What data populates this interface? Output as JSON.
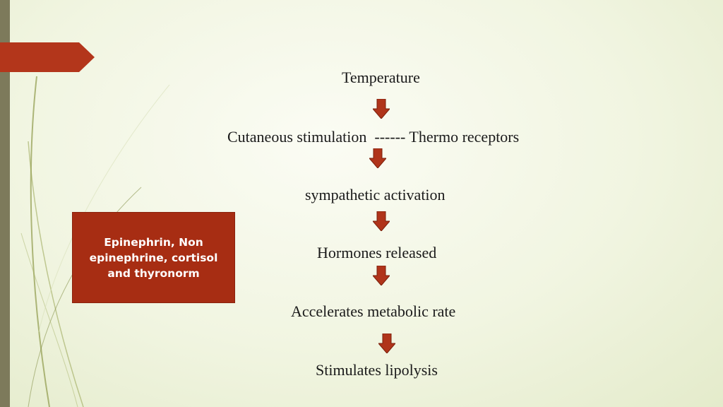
{
  "flow": {
    "steps": [
      "Temperature",
      "Cutaneous stimulation  ------ Thermo receptors",
      "sympathetic activation",
      "Hormones released",
      "Accelerates metabolic rate",
      "Stimulates lipolysis"
    ]
  },
  "side_box": {
    "text": "Epinephrin, Non epinephrine, cortisol and thyronorm"
  },
  "colors": {
    "accent_red": "#a72d13",
    "arrow_red": "#b0341a",
    "left_bar": "#7d7a5b",
    "background": "#f1f5e1"
  }
}
